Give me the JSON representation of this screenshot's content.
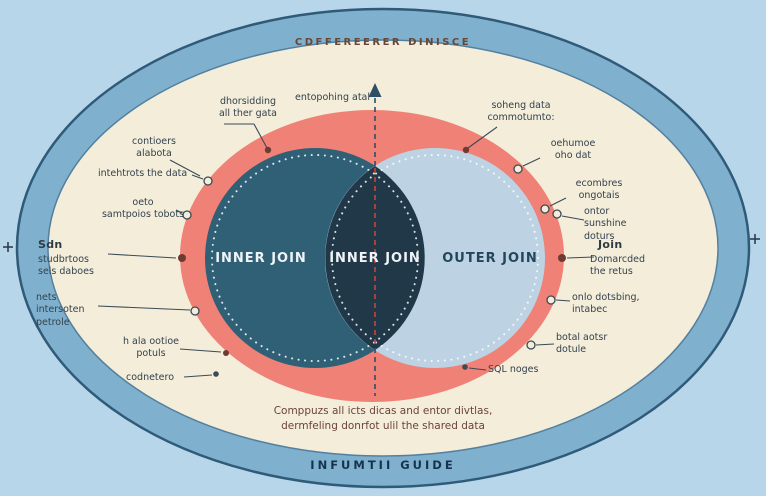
{
  "colors": {
    "background": "#b7d6e9",
    "outer_ring": "#7fb0cd",
    "inner_panel": "#f3edda",
    "red_ring": "#ef8176",
    "left_circle": "#2f6076",
    "right_circle": "#bdd2e3",
    "intersection": "#203848",
    "text_dark": "#33424e",
    "text_maroon": "#6d4339"
  },
  "header": {
    "title": "CDFFEREERER DINISCE"
  },
  "footer": {
    "ring_label": "INFUMTII GUIDE",
    "caption": "Comppuzs all icts dicas and entor divtlas,\ndermfeling donrfot ulil the shared data"
  },
  "venn": {
    "left": "INNER JOIN",
    "center": "INNER JOIN",
    "right": "OUTER JOIN"
  },
  "arrow_label": "entopohing atal",
  "left_group": {
    "heading": "Sdn",
    "subtext": "studbrtoos\nsels daboes"
  },
  "right_group": {
    "heading": "Join",
    "subtext": "Domarcded\nthe retus"
  },
  "callouts": {
    "top_left_1": "dhorsidding\nall ther gata",
    "top_left_2": "contioers\nalabota",
    "left_1": "intehtrots the data",
    "left_2": "oeto\nsamtpoios tobots",
    "left_3": "nets\nintersoten\npetrole",
    "bottom_left_1": "h ala ootioe\npotuls",
    "bottom_left_2": "codnetero",
    "top_right_1": "soheng data\ncommotumto:",
    "top_right_2": "oehumoe\noho dat",
    "right_1": "ecombres\nongotais",
    "right_2": "ontor\nsunshine\ndoturs",
    "right_3": "onlo dotsbing,\nintabec",
    "bottom_right_1": "botal aotsr\ndotule",
    "bottom_right_2": "SQL noges"
  }
}
